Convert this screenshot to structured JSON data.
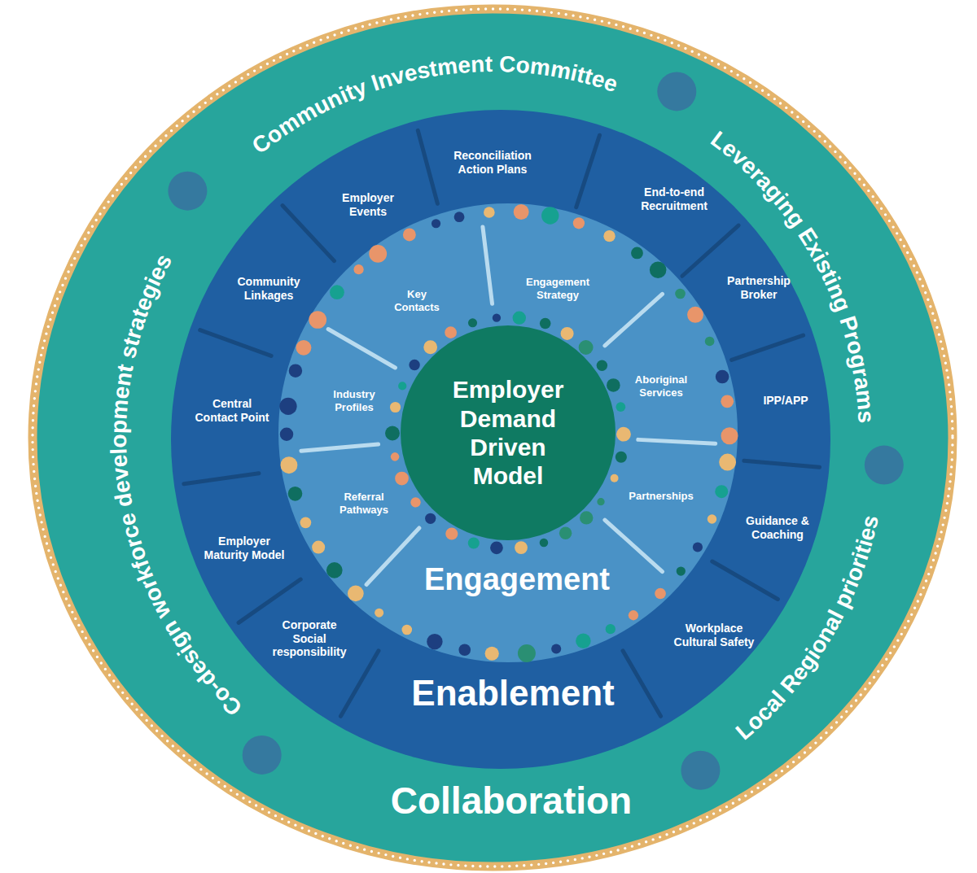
{
  "diagram": {
    "nodes": [
      {
        "text": [
          "Collaboration"
        ]
      },
      {
        "text": [
          "Enablement"
        ],
        "in": 0
      },
      {
        "text": [
          "Engagement"
        ],
        "in": 1
      },
      {
        "text": [
          "Employer Demand Driven Model"
        ],
        "in": 2
      }
    ],
    "labels": [
      "Community Investment Committee",
      "Leveraging Existing Programs",
      "Local Regional priorities",
      "Co-design workforce development strategies",
      "Employer Events",
      "Reconciliation Action Plans",
      "End-to-end Recruitment",
      "Community Linkages",
      "Partnership Broker",
      "Central Contact Point",
      "IPP/APP",
      "Employer Maturity Model",
      "Guidance & Coaching",
      "Corporate Social responsibility",
      "Workplace Cultural Safety",
      "Key Contacts",
      "Engagement Strategy",
      "Industry Profiles",
      "Aboriginal Services",
      "Referral Pathways",
      "Partnerships"
    ]
  }
}
